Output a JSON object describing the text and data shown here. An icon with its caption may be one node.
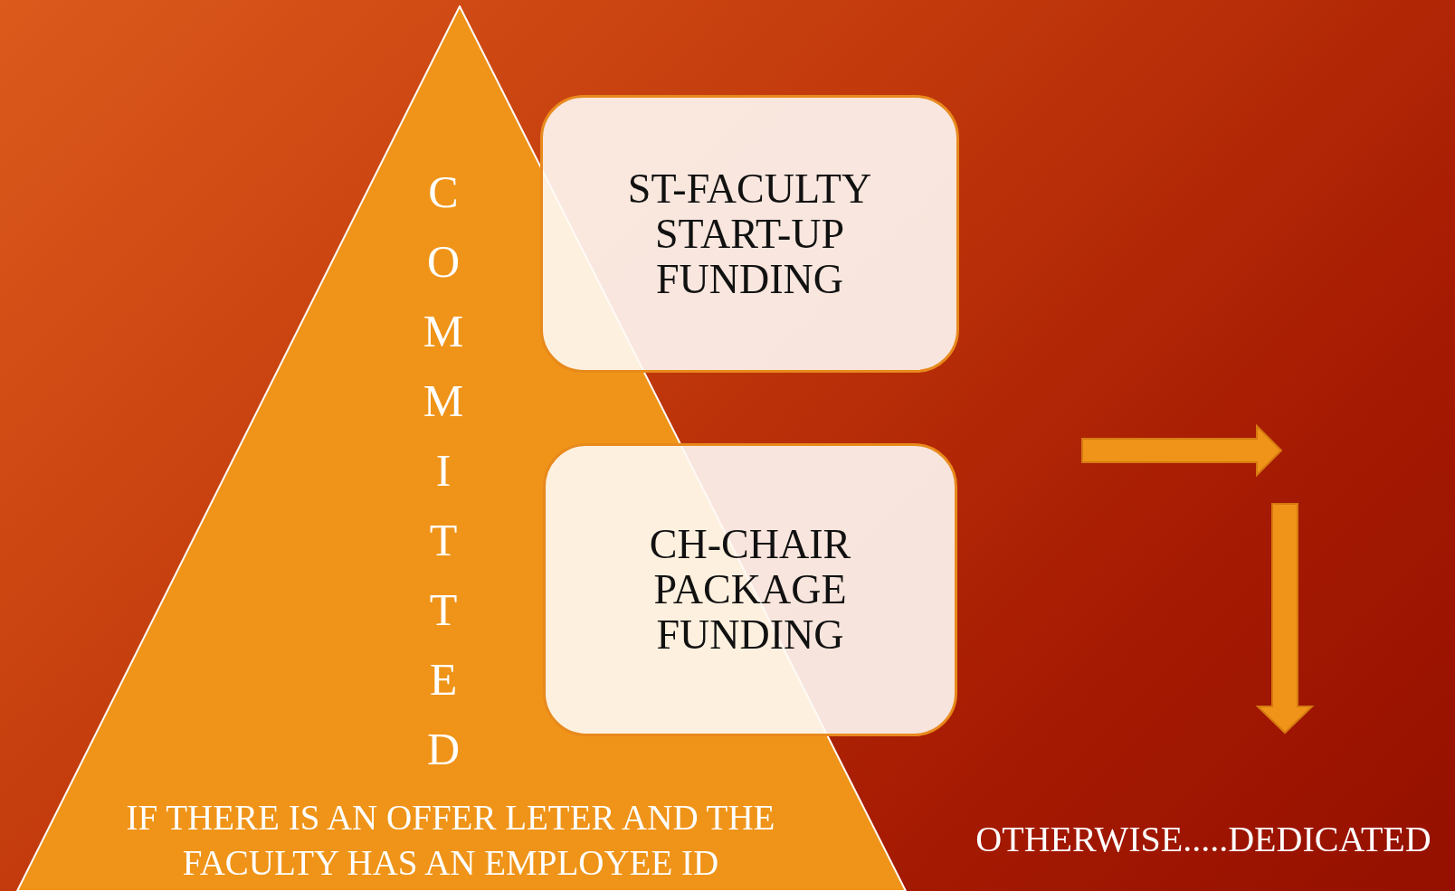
{
  "diagram": {
    "nodes": [
      {
        "text": [
          "COMMITTED",
          "IF THERE IS AN OFFER LETER AND THE FACULTY HAS AN EMPLOYEE ID"
        ]
      },
      {
        "text": [
          "ST-FACULTY START-UP FUNDING"
        ]
      },
      {
        "text": [
          "CH-CHAIR PACKAGE FUNDING"
        ]
      }
    ],
    "edges": [],
    "labels": [
      "OTHERWISE.....DEDICATED"
    ]
  }
}
